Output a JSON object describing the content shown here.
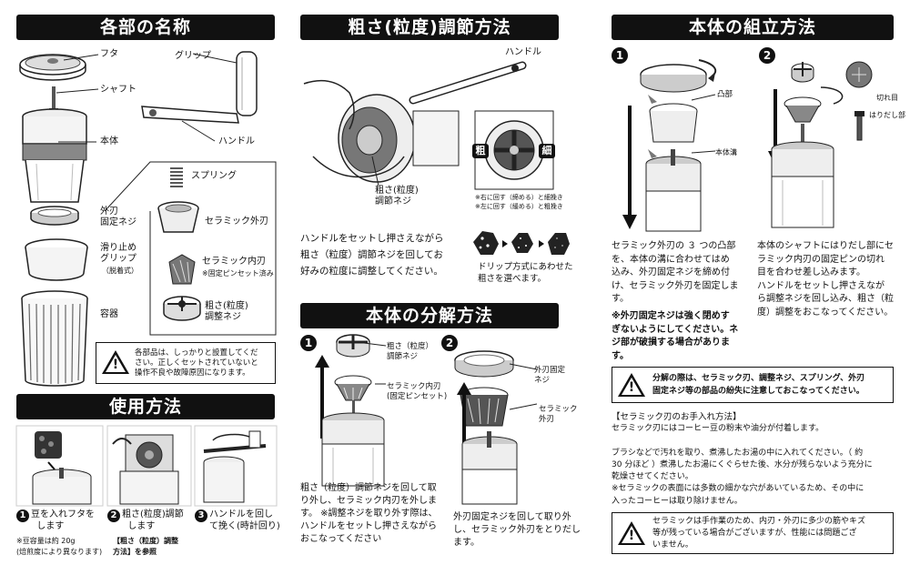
{
  "col1": {
    "header": "各部の名称",
    "parts": {
      "futa": "フタ",
      "shaft": "シャフト",
      "hontai": "本体",
      "grip": "グリップ",
      "handle": "ハンドル",
      "spring": "スプリング",
      "sotoba_kotei": "外刃\n固定ネジ",
      "ceramic_sotoba": "セラミック外刃",
      "suberidome": "滑り止め\nグリップ",
      "suberidome_note": "（脱着式）",
      "ceramic_uchiba": "セラミック内刃",
      "ceramic_uchiba_note": "※固定ピンセット済み",
      "arasa": "粗さ(粒度)\n調整ネジ",
      "youki": "容器"
    },
    "warning": "各部品は、しっかりと設置してくだ\nさい。正しくセットされていないと\n操作不良や故障原因になります。",
    "usage_header": "使用方法",
    "steps": [
      {
        "num": "1",
        "text": "豆を入れフタを\n  します",
        "note": "※豆容量は約 20g\n(焙煎度により異なります)"
      },
      {
        "num": "2",
        "text": "粗さ(粒度)調節\n  します",
        "note": "【粗さ（粒度）調整\n方法】を参照"
      },
      {
        "num": "3",
        "text": "ハンドルを回し\nて挽く(時計回り)",
        "note": ""
      }
    ]
  },
  "col2": {
    "header": "粗さ(粒度)調節方法",
    "handle_label": "ハンドル",
    "screw_label": "粗さ(粒度)\n調節ネジ",
    "coarse": "粗",
    "fine": "細",
    "dial_note": "※右に回す（締める）と細挽き\n※左に回す（緩める）と粗挽き",
    "instruction": "ハンドルをセットし押さえながら\n粗さ（粒度）調節ネジを回してお\n好みの粒度に調整してください。",
    "drip_note": "ドリップ方式にあわせた\n粗さを選べます。",
    "disassembly_header": "本体の分解方法",
    "d1_label_a": "粗さ（粒度）\n調節ネジ",
    "d1_label_b": "セラミック内刃\n(固定ピンセット)",
    "d2_label_a": "外刃固定\nネジ",
    "d2_label_b": "セラミック\n外刃",
    "d1_text": "粗さ（粒度）調節ネジを回して取\nり外し、セラミック内刃を外しま\nす。 ※調整ネジを取り外す際は、\nハンドルをセットし押さえながら\nおこなってください",
    "d2_text": "外刃固定ネジを回して取り外\nし、セラミック外刃をとりだし\nます。"
  },
  "col3": {
    "header": "本体の組立方法",
    "a1_label_a": "凸部",
    "a1_label_b": "本体溝",
    "a2_label_a": "切れ目",
    "a2_label_b": "はりだし部",
    "a1_text": "セラミック外刃の ３ つの凸部\nを、本体の溝に合わせてはめ\n込み、外刃固定ネジを締め付\nけ、セラミック外刃を固定しま\nす。",
    "a1_warn": "※外刃固定ネジは強く閉めす\nぎないようにしてください。ネ\nジ部が破損する場合がありま\nす。",
    "a2_text": "本体のシャフトにはりだし部にセ\nラミック内刃の固定ピンの切れ\n目を合わせ差し込みます。\nハンドルをセットし押さえなが\nら調整ネジを回し込み、粗さ（粒\n度）調整をおこなってください。",
    "warning1": "分解の際は、セラミック刃、調整ネジ、スプリング、外刃\n固定ネジ等の部品の紛失に注意しておこなってください。",
    "care_title": "【セラミック刃のお手入れ方法】",
    "care_text": "セラミック刃にはコーヒー豆の粉末や油分が付着します。\n\nブラシなどで汚れを取り、煮沸したお湯の中に入れてください。（ 約\n30 分ほど ）煮沸したお湯にくぐらせた後、水分が残らないよう充分に\n乾燥させてください。\n※セラミックの表面には多数の細かな穴があいているため、その中に\n入ったコーヒーは取り除けません。",
    "warning2": "セラミックは手作業のため、内刃・外刃に多少の筋やキズ\n等が残っている場合がございますが、性能には問題ござ\nいません。"
  }
}
